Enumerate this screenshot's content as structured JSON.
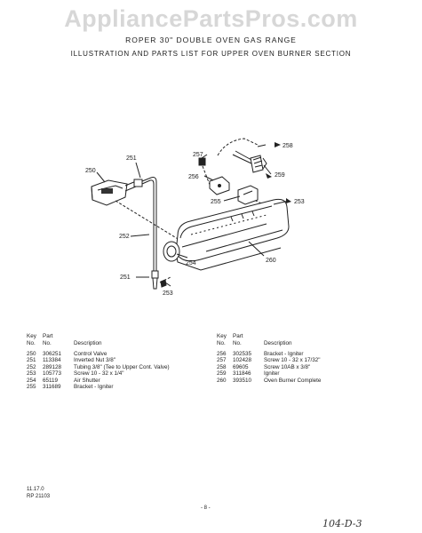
{
  "watermark": "AppliancePartsPros.com",
  "title": {
    "line1": "ROPER 30\" DOUBLE OVEN GAS RANGE",
    "line2": "ILLUSTRATION AND PARTS LIST FOR UPPER OVEN BURNER SECTION"
  },
  "callouts": {
    "c250": "250",
    "c251_top": "251",
    "c252": "252",
    "c251_bottom": "251",
    "c253_bottom": "253",
    "c254": "254",
    "c257": "257",
    "c258": "258",
    "c259": "259",
    "c256": "256",
    "c255": "255",
    "c253_right": "253",
    "c260": "260"
  },
  "parts_table": {
    "headers": {
      "key_line1": "Key",
      "key_line2": "No.",
      "part_line1": "Part",
      "part_line2": "No.",
      "description": "Description"
    },
    "left": [
      {
        "key": "250",
        "part": "306251",
        "desc": "Control Valve"
      },
      {
        "key": "251",
        "part": "113384",
        "desc": "Inverted Nut 3/8\""
      },
      {
        "key": "252",
        "part": "289128",
        "desc": "Tubing 3/8\" (Tee to Upper Cont. Valve)"
      },
      {
        "key": "253",
        "part": "105773",
        "desc": "Screw 10 - 32 x 1/4\""
      },
      {
        "key": "254",
        "part": "65119",
        "desc": "Air Shutter"
      },
      {
        "key": "255",
        "part": "311689",
        "desc": "Bracket - Igniter"
      }
    ],
    "right": [
      {
        "key": "256",
        "part": "302535",
        "desc": "Bracket - Igniter"
      },
      {
        "key": "257",
        "part": "102428",
        "desc": "Screw 10 - 32 x 17/32\""
      },
      {
        "key": "258",
        "part": "69605",
        "desc": "Screw 10AB x 3/8\""
      },
      {
        "key": "259",
        "part": "311846",
        "desc": "Igniter"
      },
      {
        "key": "260",
        "part": "393510",
        "desc": "Oven Burner Complete"
      }
    ]
  },
  "footer": {
    "date": "11.17.0",
    "code": "RP 21103",
    "page": "- 8 -",
    "handwritten": "104-D-3"
  }
}
